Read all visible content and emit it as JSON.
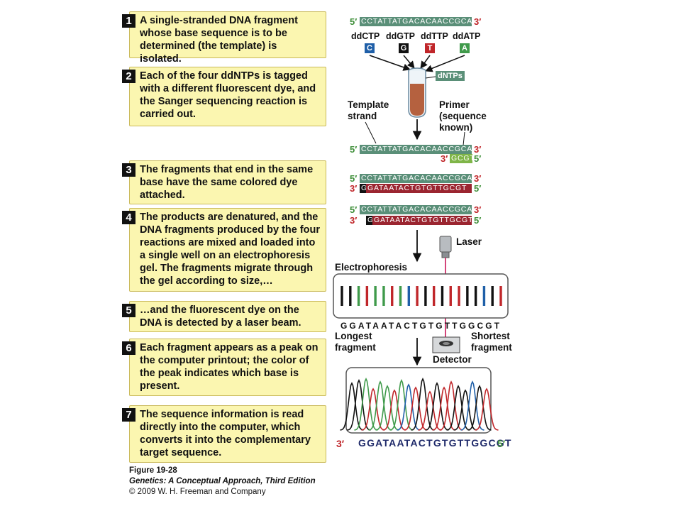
{
  "steps": [
    {
      "num": "1",
      "text": "A single-stranded DNA fragment whose base sequence is to be determined (the template) is isolated."
    },
    {
      "num": "2",
      "text": "Each of the four ddNTPs is tagged with a different fluorescent dye, and the Sanger sequencing reaction is carried out."
    },
    {
      "num": "3",
      "text": "The fragments that end in the same base have the same colored dye attached."
    },
    {
      "num": "4",
      "text": "The products are denatured, and the DNA fragments produced by the four reactions are mixed and loaded into a single well on an electrophoresis gel. The fragments migrate through the gel according to size,…"
    },
    {
      "num": "5",
      "text": "…and the fluorescent dye on the DNA is detected by a laser beam."
    },
    {
      "num": "6",
      "text": "Each fragment appears as a peak on the computer printout; the color of the peak indicates which base is present."
    },
    {
      "num": "7",
      "text": "The sequence information is read directly into the computer, which converts it into the complementary target sequence."
    }
  ],
  "caption": {
    "figure": "Figure 19-28",
    "book": "Genetics: A Conceptual Approach, Third Edition",
    "copyright": "© 2009 W. H. Freeman and Company"
  },
  "diagram": {
    "five_prime": "5′",
    "three_prime": "3′",
    "template_seq": "CCTATTATGACACAACCGCA",
    "primer_seq": "GCGT",
    "extended_seq": "GATAATACTGTGTTGCGT",
    "ddntps": [
      {
        "name": "ddCTP",
        "base": "C",
        "color": "#1f5fa8"
      },
      {
        "name": "ddGTP",
        "base": "G",
        "color": "#111111"
      },
      {
        "name": "ddTTP",
        "base": "T",
        "color": "#c0262a"
      },
      {
        "name": "ddATP",
        "base": "A",
        "color": "#3f9a4a"
      }
    ],
    "dntps_label": "dNTPs",
    "template_label": "Template strand",
    "primer_label": "Primer (sequence known)",
    "laser_label": "Laser",
    "electrophoresis_label": "Electrophoresis",
    "gel_readout": "GGATAATACTGTGTTGGCGT",
    "longest_label": "Longest fragment",
    "shortest_label": "Shortest fragment",
    "detector_label": "Detector",
    "final_sequence": "GGATAATACTGTGTTGGCGT",
    "colors": {
      "template_fill": "#5a8f78",
      "primer_fill": "#7fb548",
      "extended_fill": "#9b2530",
      "tube_liquid": "#b5613f",
      "laser_beam": "#d4457a"
    }
  }
}
